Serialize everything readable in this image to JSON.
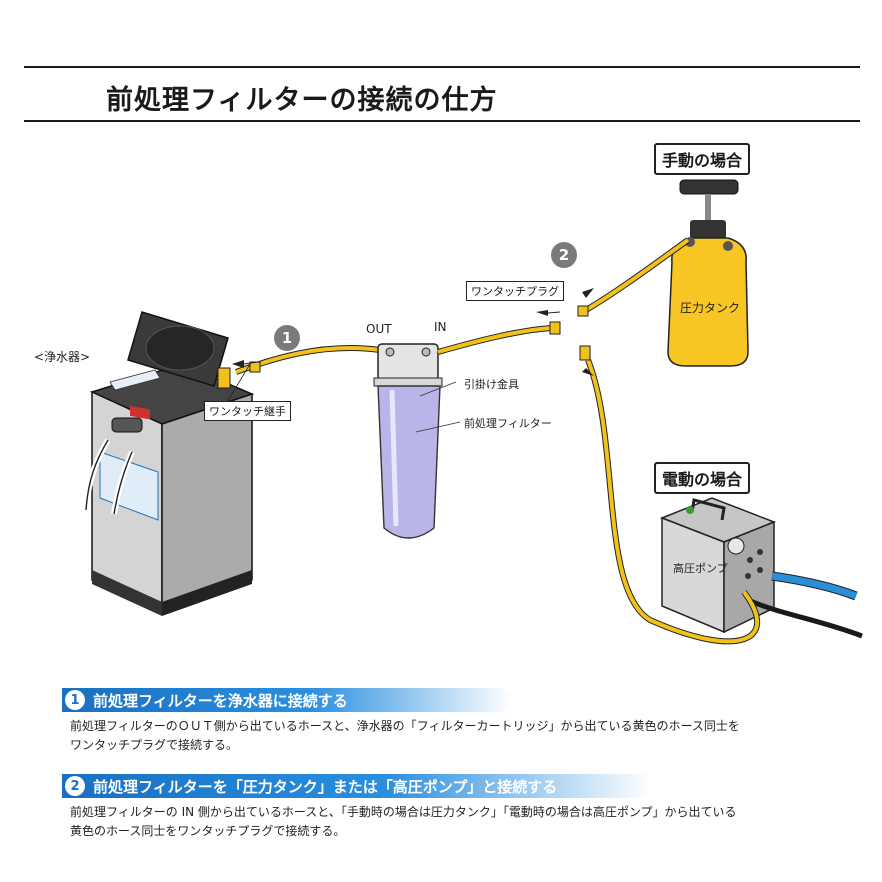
{
  "title": "前処理フィルターの接続の仕方",
  "labels": {
    "purifier": "<浄水器>",
    "out": "OUT",
    "in": "IN",
    "hanger": "引掛け金具",
    "filter": "前処理フィルター",
    "one_touch_plug": "ワンタッチプラグ",
    "one_touch_joint": "ワンタッチ継手",
    "manual": "手動の場合",
    "electric": "電動の場合",
    "pressure_tank": "圧力タンク",
    "pump": "高圧ポンプ"
  },
  "badges": {
    "one": "1",
    "two": "2"
  },
  "steps": [
    {
      "num": "1",
      "title": "前処理フィルターを浄水器に接続する",
      "line1": "前処理フィルターのＯＵＴ側から出ているホースと、浄水器の「フィルターカートリッジ」から出ている黄色のホース同士を",
      "line2": "ワンタッチプラグで接続する。"
    },
    {
      "num": "2",
      "title": "前処理フィルターを「圧力タンク」または「高圧ポンプ」と接続する",
      "line1": "前処理フィルターの IN 側から出ているホースと、「手動時の場合は圧力タンク」「電動時の場合は高圧ポンプ」から出ている",
      "line2": "黄色のホース同士をワンタッチプラグで接続する。"
    }
  ],
  "colors": {
    "hose": "#f2c21b",
    "tank": "#f7c624",
    "accent": "#1a6fc0",
    "pump_hose": "#2a8fd8"
  }
}
